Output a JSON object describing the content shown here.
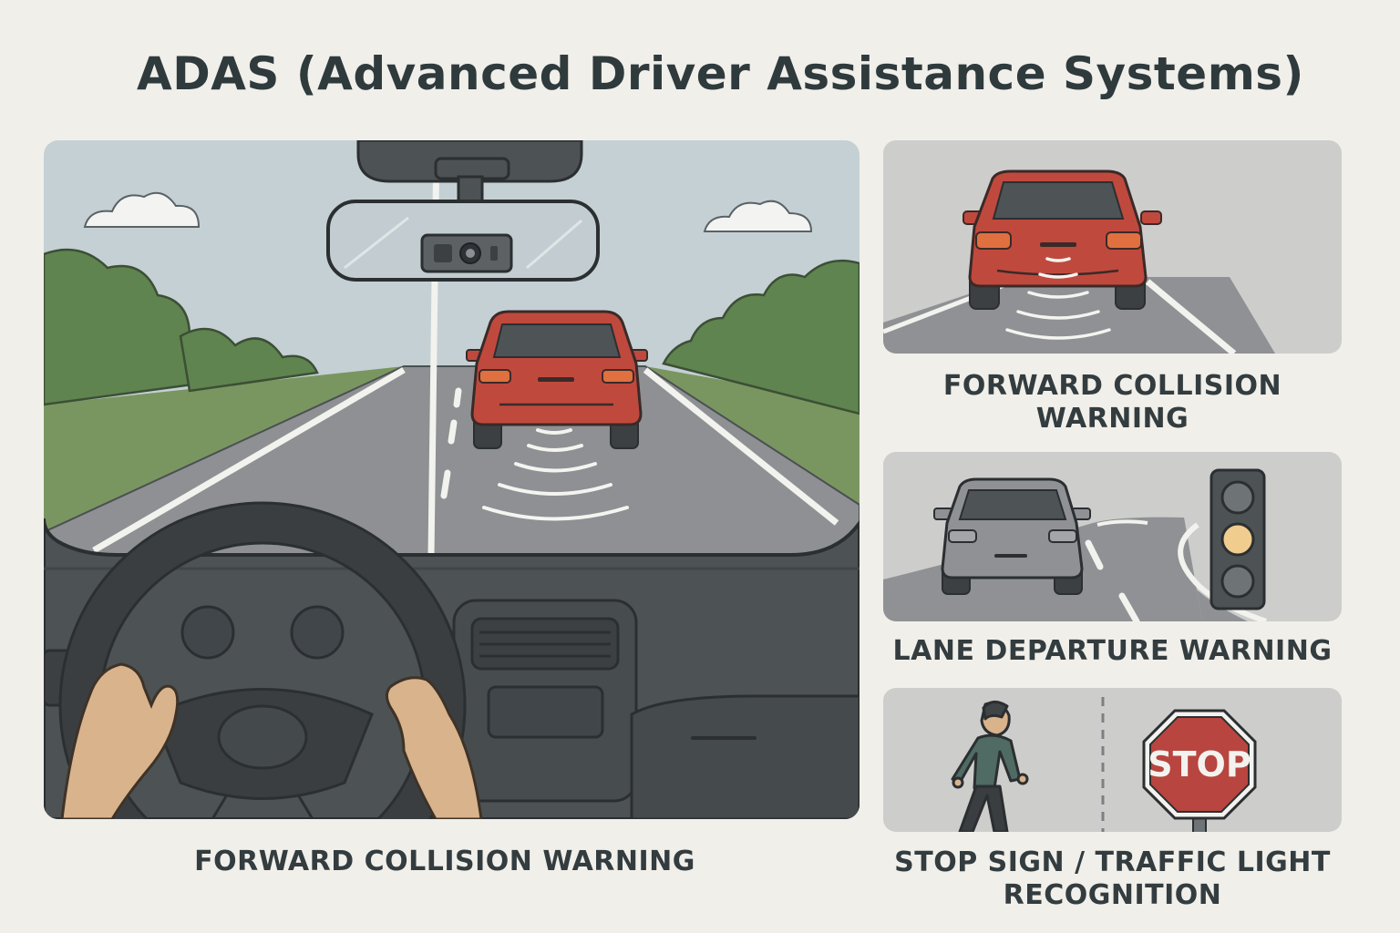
{
  "title": "ADAS (Advanced Driver Assistance Systems)",
  "main_scene": {
    "caption": "FORWARD COLLISION WARNING"
  },
  "side_panels": [
    {
      "caption_line1": "FORWARD COLLISION",
      "caption_line2": "WARNING"
    },
    {
      "caption_line1": "LANE DEPARTURE WARNING"
    },
    {
      "caption_line1": "STOP SIGN / TRAFFIC LIGHT",
      "caption_line2": "RECOGNITION",
      "sign_text": "STOP"
    }
  ],
  "colors": {
    "background": "#f1efea",
    "sky": "#c4d0d4",
    "road": "#8e9093",
    "grass": "#6f8d57",
    "trees": "#5f844f",
    "car_red": "#c0493d",
    "car_gray": "#8f9194",
    "dashboard": "#4d5254",
    "skin": "#d9b38c",
    "stop_red": "#b8453f",
    "text": "#2f3a3d"
  },
  "icons": [
    "dashcam-icon",
    "radar-waves-icon",
    "traffic-light-icon",
    "stop-sign-icon",
    "pedestrian-icon"
  ]
}
